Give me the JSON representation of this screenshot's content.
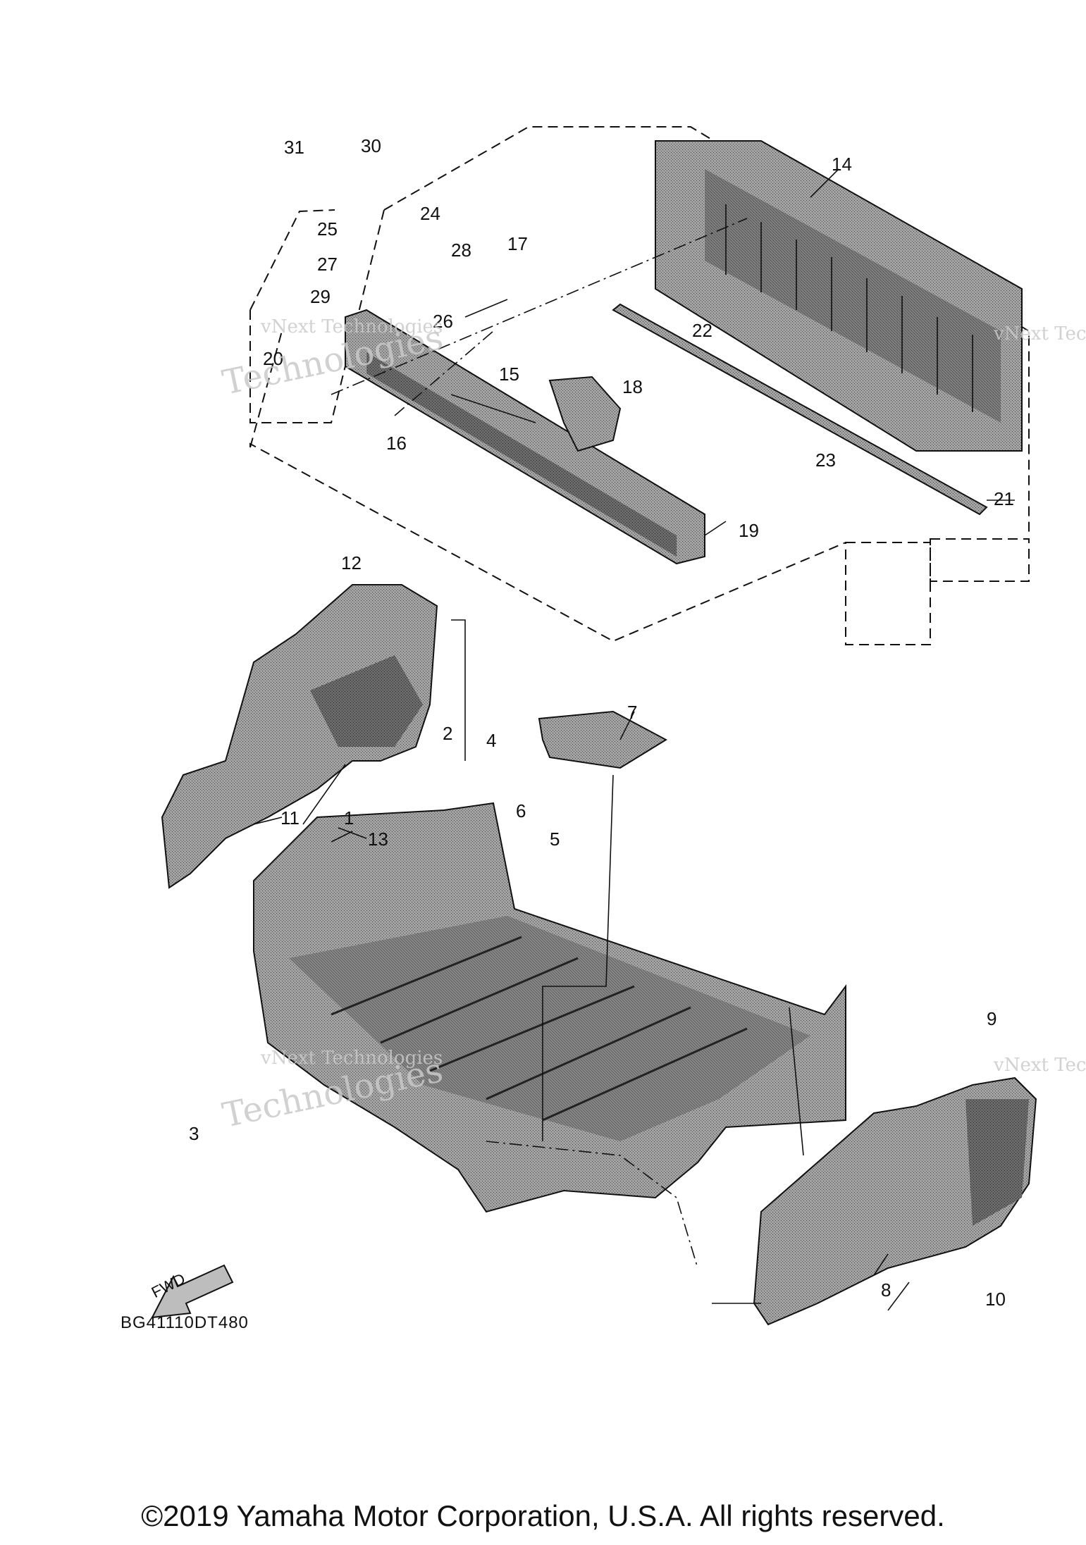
{
  "diagram": {
    "watermark_lines": [
      "vNext Technologies",
      "Technologies"
    ],
    "fwd_label": "FWD",
    "reference_code": "BG41110DT480",
    "copyright": "©2019 Yamaha Motor Corporation, U.S.A. All rights reserved.",
    "callouts": [
      "1",
      "2",
      "3",
      "4",
      "5",
      "6",
      "7",
      "8",
      "9",
      "10",
      "11",
      "12",
      "13",
      "14",
      "15",
      "16",
      "17",
      "18",
      "19",
      "20",
      "21",
      "22",
      "23",
      "24",
      "25",
      "26",
      "27",
      "28",
      "29",
      "30",
      "31"
    ]
  },
  "colors": {
    "part_fill": "#8f8f8f",
    "part_dark": "#5e5e5e",
    "line": "#111111",
    "watermark": "#c9c9c9"
  }
}
